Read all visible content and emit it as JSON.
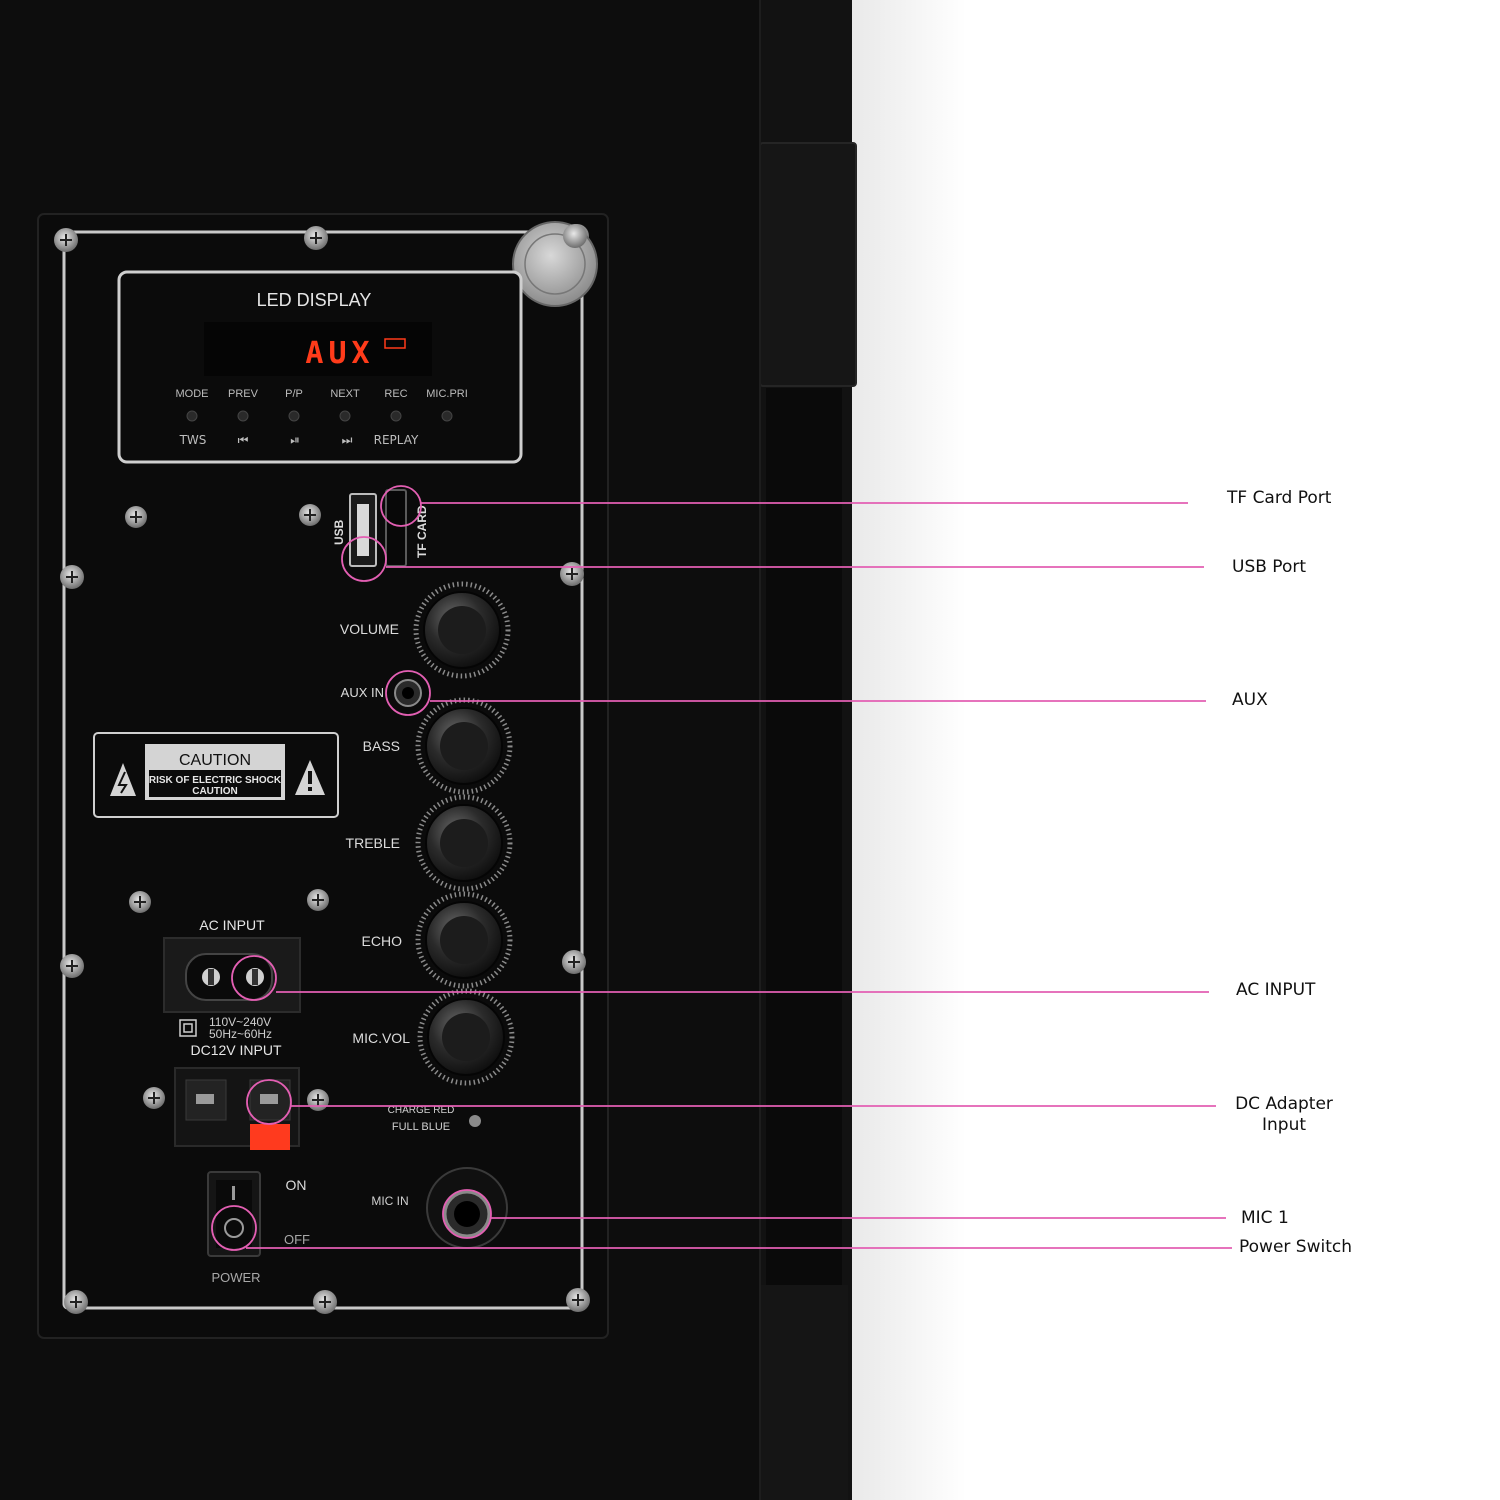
{
  "panel": {
    "led_title": "LED DISPLAY",
    "led_text": "AUX",
    "buttons_top": [
      "MODE",
      "PREV",
      "P/P",
      "NEXT",
      "REC",
      "MIC.PRI"
    ],
    "buttons_bottom": [
      "TWS",
      "⏮",
      "⏯",
      "⏭",
      "REPLAY"
    ],
    "usb": "USB",
    "tf_card": "TF CARD",
    "knobs": [
      "VOLUME",
      "BASS",
      "TREBLE",
      "ECHO",
      "MIC.VOL"
    ],
    "aux_in": "AUX IN",
    "caution_title": "CAUTION",
    "caution_line1": "RISK OF ELECTRIC SHOCK",
    "caution_line2": "CAUTION",
    "ac_input": "AC INPUT",
    "voltage": "110V~240V",
    "frequency": "50Hz~60Hz",
    "dc_input": "DC12V INPUT",
    "charge_red": "CHARGE RED",
    "full_blue": "FULL BLUE",
    "mic_in": "MIC IN",
    "on": "ON",
    "off": "OFF",
    "power": "POWER"
  },
  "callouts": [
    {
      "id": "tf-card-port",
      "label": "TF Card Port"
    },
    {
      "id": "usb-port",
      "label": "USB Port"
    },
    {
      "id": "aux",
      "label": "AUX"
    },
    {
      "id": "ac-input",
      "label": "AC INPUT"
    },
    {
      "id": "dc-adapter-input",
      "label_line1": "DC Adapter",
      "label_line2": "Input"
    },
    {
      "id": "mic-1",
      "label": "MIC 1"
    },
    {
      "id": "power-switch",
      "label": "Power Switch"
    }
  ],
  "colors": {
    "callout": "#e35fb3",
    "led": "#ff3b1a",
    "panel": "#0b0b0b",
    "silver": "#c9c9c9",
    "red_terminal": "#ff3a1e"
  }
}
